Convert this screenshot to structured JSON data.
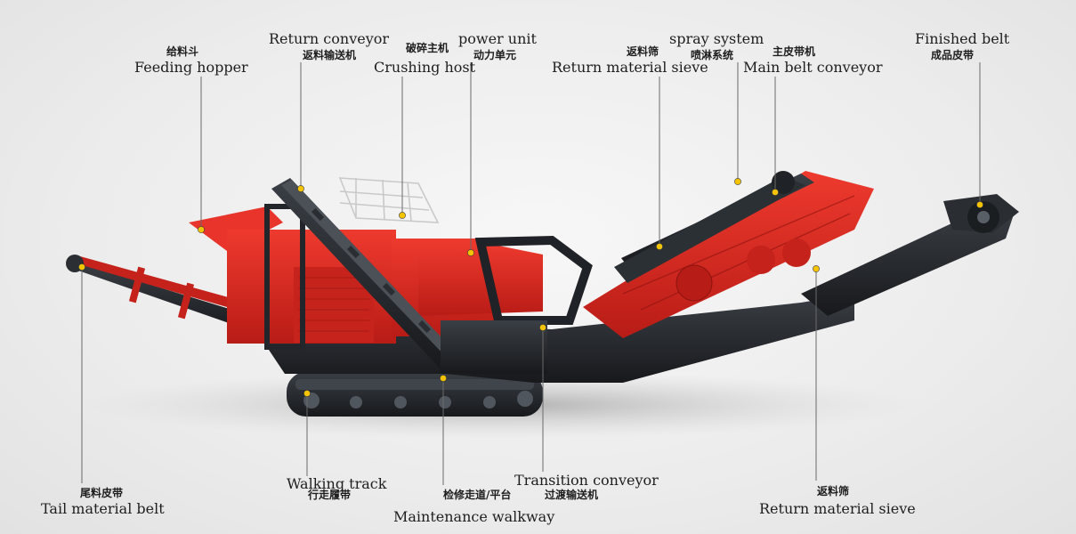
{
  "labels": {
    "feeding_hopper": {
      "zh": "给料斗",
      "en": "Feeding hopper"
    },
    "return_conveyor": {
      "en": "Return conveyor",
      "zh": "返料输送机"
    },
    "crushing_host": {
      "zh": "破碎主机",
      "en": "Crushing host"
    },
    "power_unit": {
      "en": "power unit",
      "zh": "动力单元"
    },
    "return_sieve_top": {
      "zh": "返料筛",
      "en": "Return material sieve"
    },
    "spray_system": {
      "en": "spray system",
      "zh": "喷淋系统"
    },
    "main_belt": {
      "zh": "主皮带机",
      "en": "Main belt conveyor"
    },
    "finished_belt": {
      "en": "Finished belt",
      "zh": "成品皮带"
    },
    "tail_belt": {
      "zh": "尾料皮带",
      "en": "Tail material belt"
    },
    "walking_track": {
      "en": "Walking track",
      "zh": "行走履带"
    },
    "maintenance_walkway": {
      "zh": "检修走道/平台",
      "en": "Maintenance walkway"
    },
    "transition_conveyor": {
      "en": "Transition conveyor",
      "zh": "过渡输送机"
    },
    "return_sieve_bottom": {
      "zh": "返料筛",
      "en": "Return material sieve"
    }
  },
  "colors": {
    "machine_red": "#d8261f",
    "machine_dark": "#262a2e",
    "marker": "#f5c400"
  }
}
